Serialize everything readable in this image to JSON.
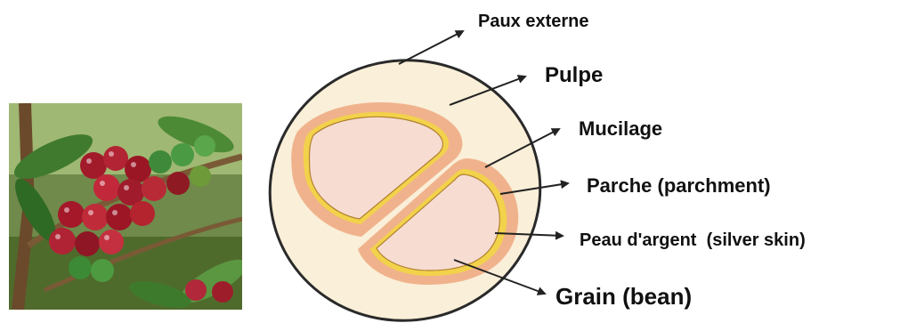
{
  "labels": {
    "outer_skin": "Paux externe",
    "pulp": "Pulpe",
    "mucilage": "Mucilage",
    "parchment": "Parche (parchment)",
    "silver_skin": "Peau d'argent  (silver skin)",
    "bean": "Grain (bean)"
  },
  "colors": {
    "pulp": "#faefd8",
    "mucilage": "#f0b28c",
    "parchment": "#f2d24a",
    "bean": "#f7dcd2",
    "outline": "#2a2a2a"
  }
}
